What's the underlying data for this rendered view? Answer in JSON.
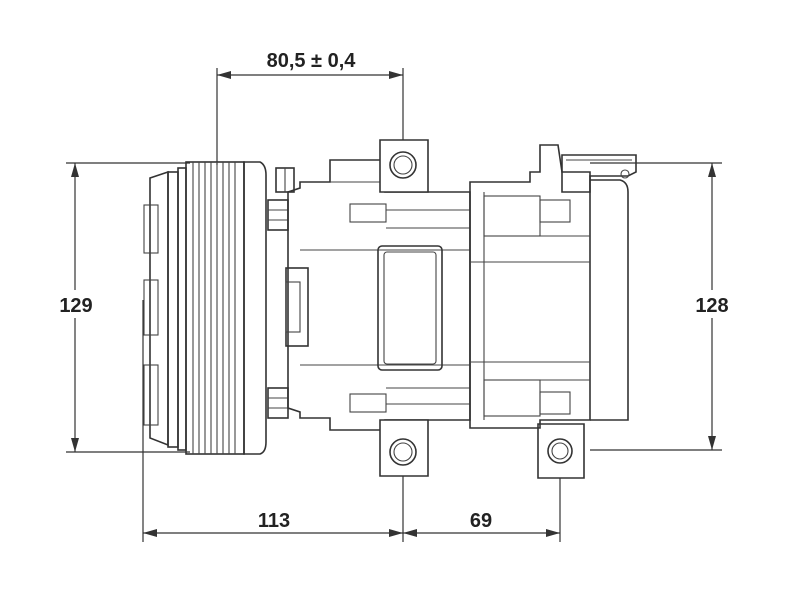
{
  "dimensions": {
    "top_width": "80,5 ± 0,4",
    "left_height": "129",
    "right_height": "128",
    "bottom_left": "113",
    "bottom_right": "69"
  }
}
